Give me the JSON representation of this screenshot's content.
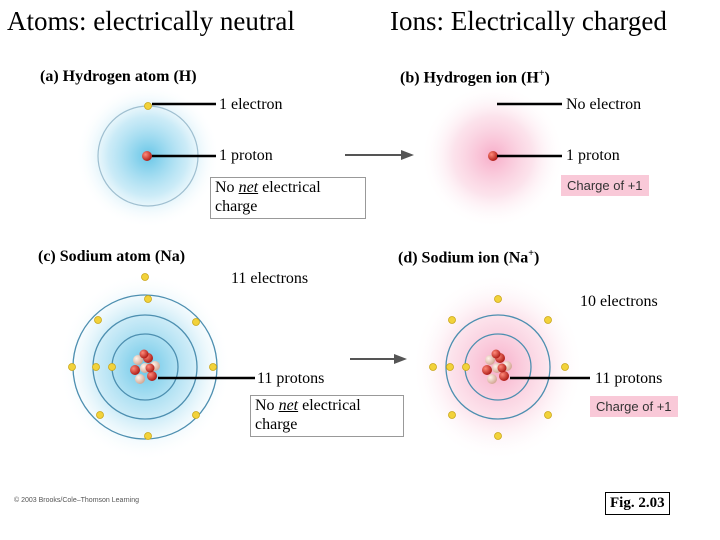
{
  "titles": {
    "left": "Atoms: electrically neutral",
    "right": "Ions: Electrically charged"
  },
  "panels": {
    "a": {
      "label": "(a) Hydrogen atom (H)",
      "electron": "1 electron",
      "proton": "1 proton",
      "net_prefix": "No ",
      "net_em": "net",
      "net_suffix": " electrical charge"
    },
    "b": {
      "label_main": "(b) Hydrogen ion (H",
      "label_sup": "+",
      "label_end": ")",
      "electron": "No electron",
      "proton": "1 proton",
      "charge": "Charge of +1"
    },
    "c": {
      "label": "(c) Sodium atom (Na)",
      "electrons": "11 electrons",
      "protons": "11 protons",
      "net_prefix": "No ",
      "net_em": "net",
      "net_suffix": " electrical charge"
    },
    "d": {
      "label_main": "(d) Sodium ion (Na",
      "label_sup": "+",
      "label_end": ")",
      "electrons": "10 electrons",
      "protons": "11 protons",
      "charge": "Charge of +1"
    }
  },
  "copyright": "© 2003 Brooks/Cole–Thomson Learning",
  "figure": "Fig. 2.03",
  "colors": {
    "electron_cloud": "#5fc3e6",
    "ion_cloud": "#f7a9c6",
    "electron": "#f2d23a",
    "proton": "#d9352b",
    "neutron": "#e9c7b7",
    "arrow": "#555555"
  }
}
